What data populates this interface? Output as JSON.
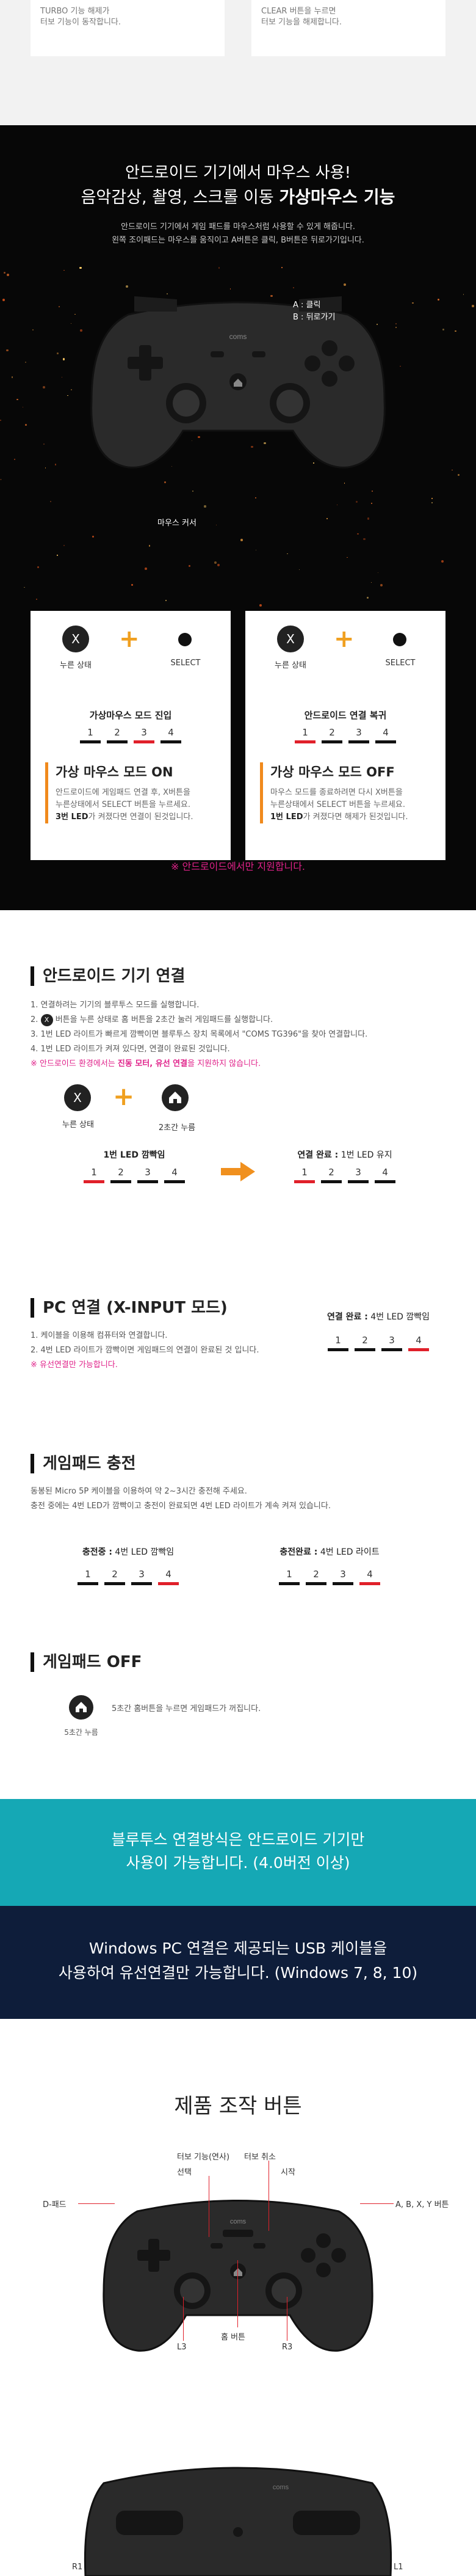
{
  "top_cards": {
    "left": {
      "line1": "TURBO 기능 해제가",
      "line2": "터보 기능이 동작합니다."
    },
    "right": {
      "line1": "CLEAR 버튼을 누르면",
      "line2": "터보 기능을 해제합니다."
    }
  },
  "vmouse": {
    "title1": "안드로이드 기기에서 마우스 사용!",
    "title2_normal": "음악감상, 촬영, 스크롤 이동",
    "title2_bold": "가상마우스 기능",
    "desc1": "안드로이드 기기에서 게임 패드를 마우스처럼 사용할 수 있게 해줍니다.",
    "desc2": "왼쪽 조이패드는 마우스를 움직이고 A버튼은 클릭, B버튼은 뒤로가기입니다.",
    "callout_a": "A : 클릭",
    "callout_b": "B : 뒤로가기",
    "callout_cursor": "마우스 커서",
    "brand": "coms",
    "cards": [
      {
        "btn1_glyph": "X",
        "btn1_label": "누른 상태",
        "btn2_label": "SELECT",
        "mode_title": "가상마우스 모드 진입",
        "leds": [
          "1",
          "2",
          "3",
          "4"
        ],
        "heading": "가상 마우스 모드 ON",
        "body1": "안드로이드에 게임패드 연결 후, X버튼을",
        "body2": "누른상태에서 SELECT 버튼을 누르세요.",
        "body3_bold": "3번 LED",
        "body3": "가 켜졌다면 연결이 된것입니다."
      },
      {
        "btn1_glyph": "X",
        "btn1_label": "누른 상태",
        "btn2_label": "SELECT",
        "mode_title": "안드로이드 연결 복귀",
        "leds": [
          "1",
          "2",
          "3",
          "4"
        ],
        "heading": "가상 마우스 모드 OFF",
        "body1": "마우스 모드를 종료하려면 다시 X버튼을",
        "body2": "누른상태에서 SELECT 버튼을 누르세요.",
        "body3_bold": "1번 LED",
        "body3": "가 켜졌다면 해제가 된것입니다."
      }
    ],
    "warning": "※ 안드로이드에서만 지원합니다."
  },
  "android": {
    "title": "안드로이드 기기 연결",
    "steps": [
      "1. 연결하려는 기기의 블루투스 모드를 실행합니다.",
      "버튼을 누른 상태로 홈 버튼을 2초간 눌러 게임패드를 실행합니다.",
      "3. 1번 LED 라이트가 빠르게 깜빡이면 블루투스 장치 목록에서 \"COMS TG396\"을 찾아 연결합니다.",
      "4. 1번 LED 라이트가 켜져 있다면, 연결이 완료된 것입니다."
    ],
    "step2_prefix": "2.",
    "note_prefix": "※ 안드로이드 환경에서는",
    "note_bold": "진동 모터, 유선 연결",
    "note_suffix": "을 지원하지 않습니다.",
    "btn1_glyph": "X",
    "btn1_label": "누른 상태",
    "btn2_label": "2초간 누름",
    "blink_title": "1번 LED 깜빡임",
    "done_title_bold": "연결 완료 :",
    "done_title": "1번 LED 유지",
    "leds": [
      "1",
      "2",
      "3",
      "4"
    ]
  },
  "pc": {
    "title": "PC 연결 (X-INPUT 모드)",
    "steps": [
      "1. 케이블을 이용해 컴퓨터와 연결합니다.",
      "2. 4번 LED 라이트가 깜빡이면 게임패드의 연결이 완료된 것 입니다."
    ],
    "note": "※ 유선연결만 가능합니다.",
    "status_bold": "연결 완료 :",
    "status": "4번 LED 깜빡임",
    "leds": [
      "1",
      "2",
      "3",
      "4"
    ]
  },
  "charge": {
    "title": "게임패드 충전",
    "desc1": "동봉된 Micro 5P 케이블을 이용하여 약 2~3시간 충전해 주세요.",
    "desc2": "충전 중에는 4번 LED가 깜빡이고 충전이 완료되면 4번 LED 라이트가 계속 켜져 있습니다.",
    "charging_bold": "충전중 :",
    "charging": "4번 LED 깜빡임",
    "done_bold": "충전완료 :",
    "done": "4번 LED 라이트",
    "leds": [
      "1",
      "2",
      "3",
      "4"
    ]
  },
  "off": {
    "title": "게임패드 OFF",
    "desc": "5초간 홈버튼을 누르면 게임패드가 꺼집니다.",
    "btn_label": "5초간 누름"
  },
  "banner_teal": {
    "line1": "블루투스 연결방식은 안드로이드 기기만",
    "line2": "사용이 가능합니다. (4.0버전 이상)"
  },
  "banner_navy": {
    "line1": "Windows PC 연결은 제공되는 USB 케이블을",
    "line2": "사용하여 유선연결만 가능합니다. (Windows 7, 8, 10)"
  },
  "controls": {
    "title": "제품 조작 버튼",
    "turbo": "터보 기능(연사)",
    "turbo_off": "터보 취소",
    "select": "선택",
    "start": "시작",
    "dpad": "D-패드",
    "abxy": "A, B, X, Y 버튼",
    "l3": "L3",
    "home": "홈 버튼",
    "r3": "R3",
    "r1": "R1",
    "l1": "L1",
    "brand": "coms"
  },
  "colors": {
    "accent_orange": "#f08a1c",
    "led_red": "#e0202a",
    "pink": "#e0228a",
    "teal": "#15a8b5",
    "navy": "#0e1d3a"
  }
}
